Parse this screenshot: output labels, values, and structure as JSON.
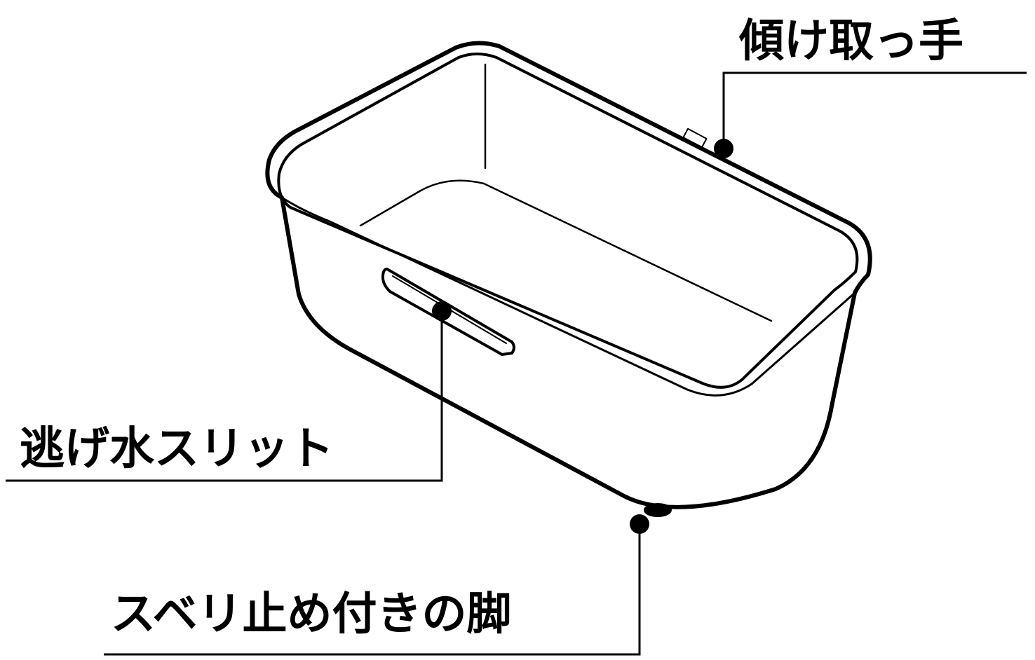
{
  "callouts": {
    "handle": {
      "label": "傾け取っ手"
    },
    "slit": {
      "label": "逃げ水スリット"
    },
    "feet": {
      "label": "スベリ止め付きの脚"
    }
  },
  "colors": {
    "line": "#000000",
    "background": "#ffffff"
  }
}
